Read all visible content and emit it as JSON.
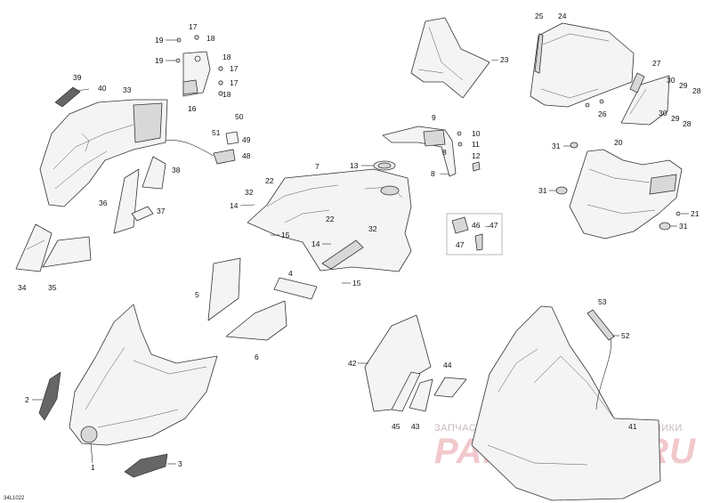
{
  "diagram_code": "34L1022",
  "watermark": {
    "tagline": "ЗАПЧАСТИ И АКСЕССУАРЫ ДЛЯ МОТОТЕХНИКИ",
    "brand": "PARTZFOR.RU"
  },
  "callouts": {
    "c1": "1",
    "c2": "2",
    "c3": "3",
    "c4": "4",
    "c5": "5",
    "c6": "6",
    "c7": "7",
    "c8a": "8",
    "c8b": "8",
    "c9": "9",
    "c10": "10",
    "c11": "11",
    "c12": "12",
    "c13": "13",
    "c14a": "14",
    "c14b": "14",
    "c15a": "15",
    "c15b": "15",
    "c16": "16",
    "c17a": "17",
    "c17b": "17",
    "c17c": "17",
    "c18a": "18",
    "c18b": "18",
    "c18c": "18",
    "c19a": "19",
    "c19b": "19",
    "c20": "20",
    "c21": "21",
    "c22a": "22",
    "c22b": "22",
    "c23": "23",
    "c24": "24",
    "c25": "25",
    "c26": "26",
    "c27": "27",
    "c28a": "28",
    "c28b": "28",
    "c29a": "29",
    "c29b": "29",
    "c30a": "30",
    "c30b": "30",
    "c31a": "31",
    "c31b": "31",
    "c31c": "31",
    "c32a": "32",
    "c32b": "32",
    "c33": "33",
    "c34": "34",
    "c35": "35",
    "c36": "36",
    "c37": "37",
    "c38": "38",
    "c39": "39",
    "c40": "40",
    "c41": "41",
    "c42": "42",
    "c43": "43",
    "c44": "44",
    "c45": "45",
    "c46": "46",
    "c47": "47",
    "c47b": "47",
    "c48": "48",
    "c49": "49",
    "c50": "50",
    "c51": "51",
    "c52": "52",
    "c53": "53"
  }
}
